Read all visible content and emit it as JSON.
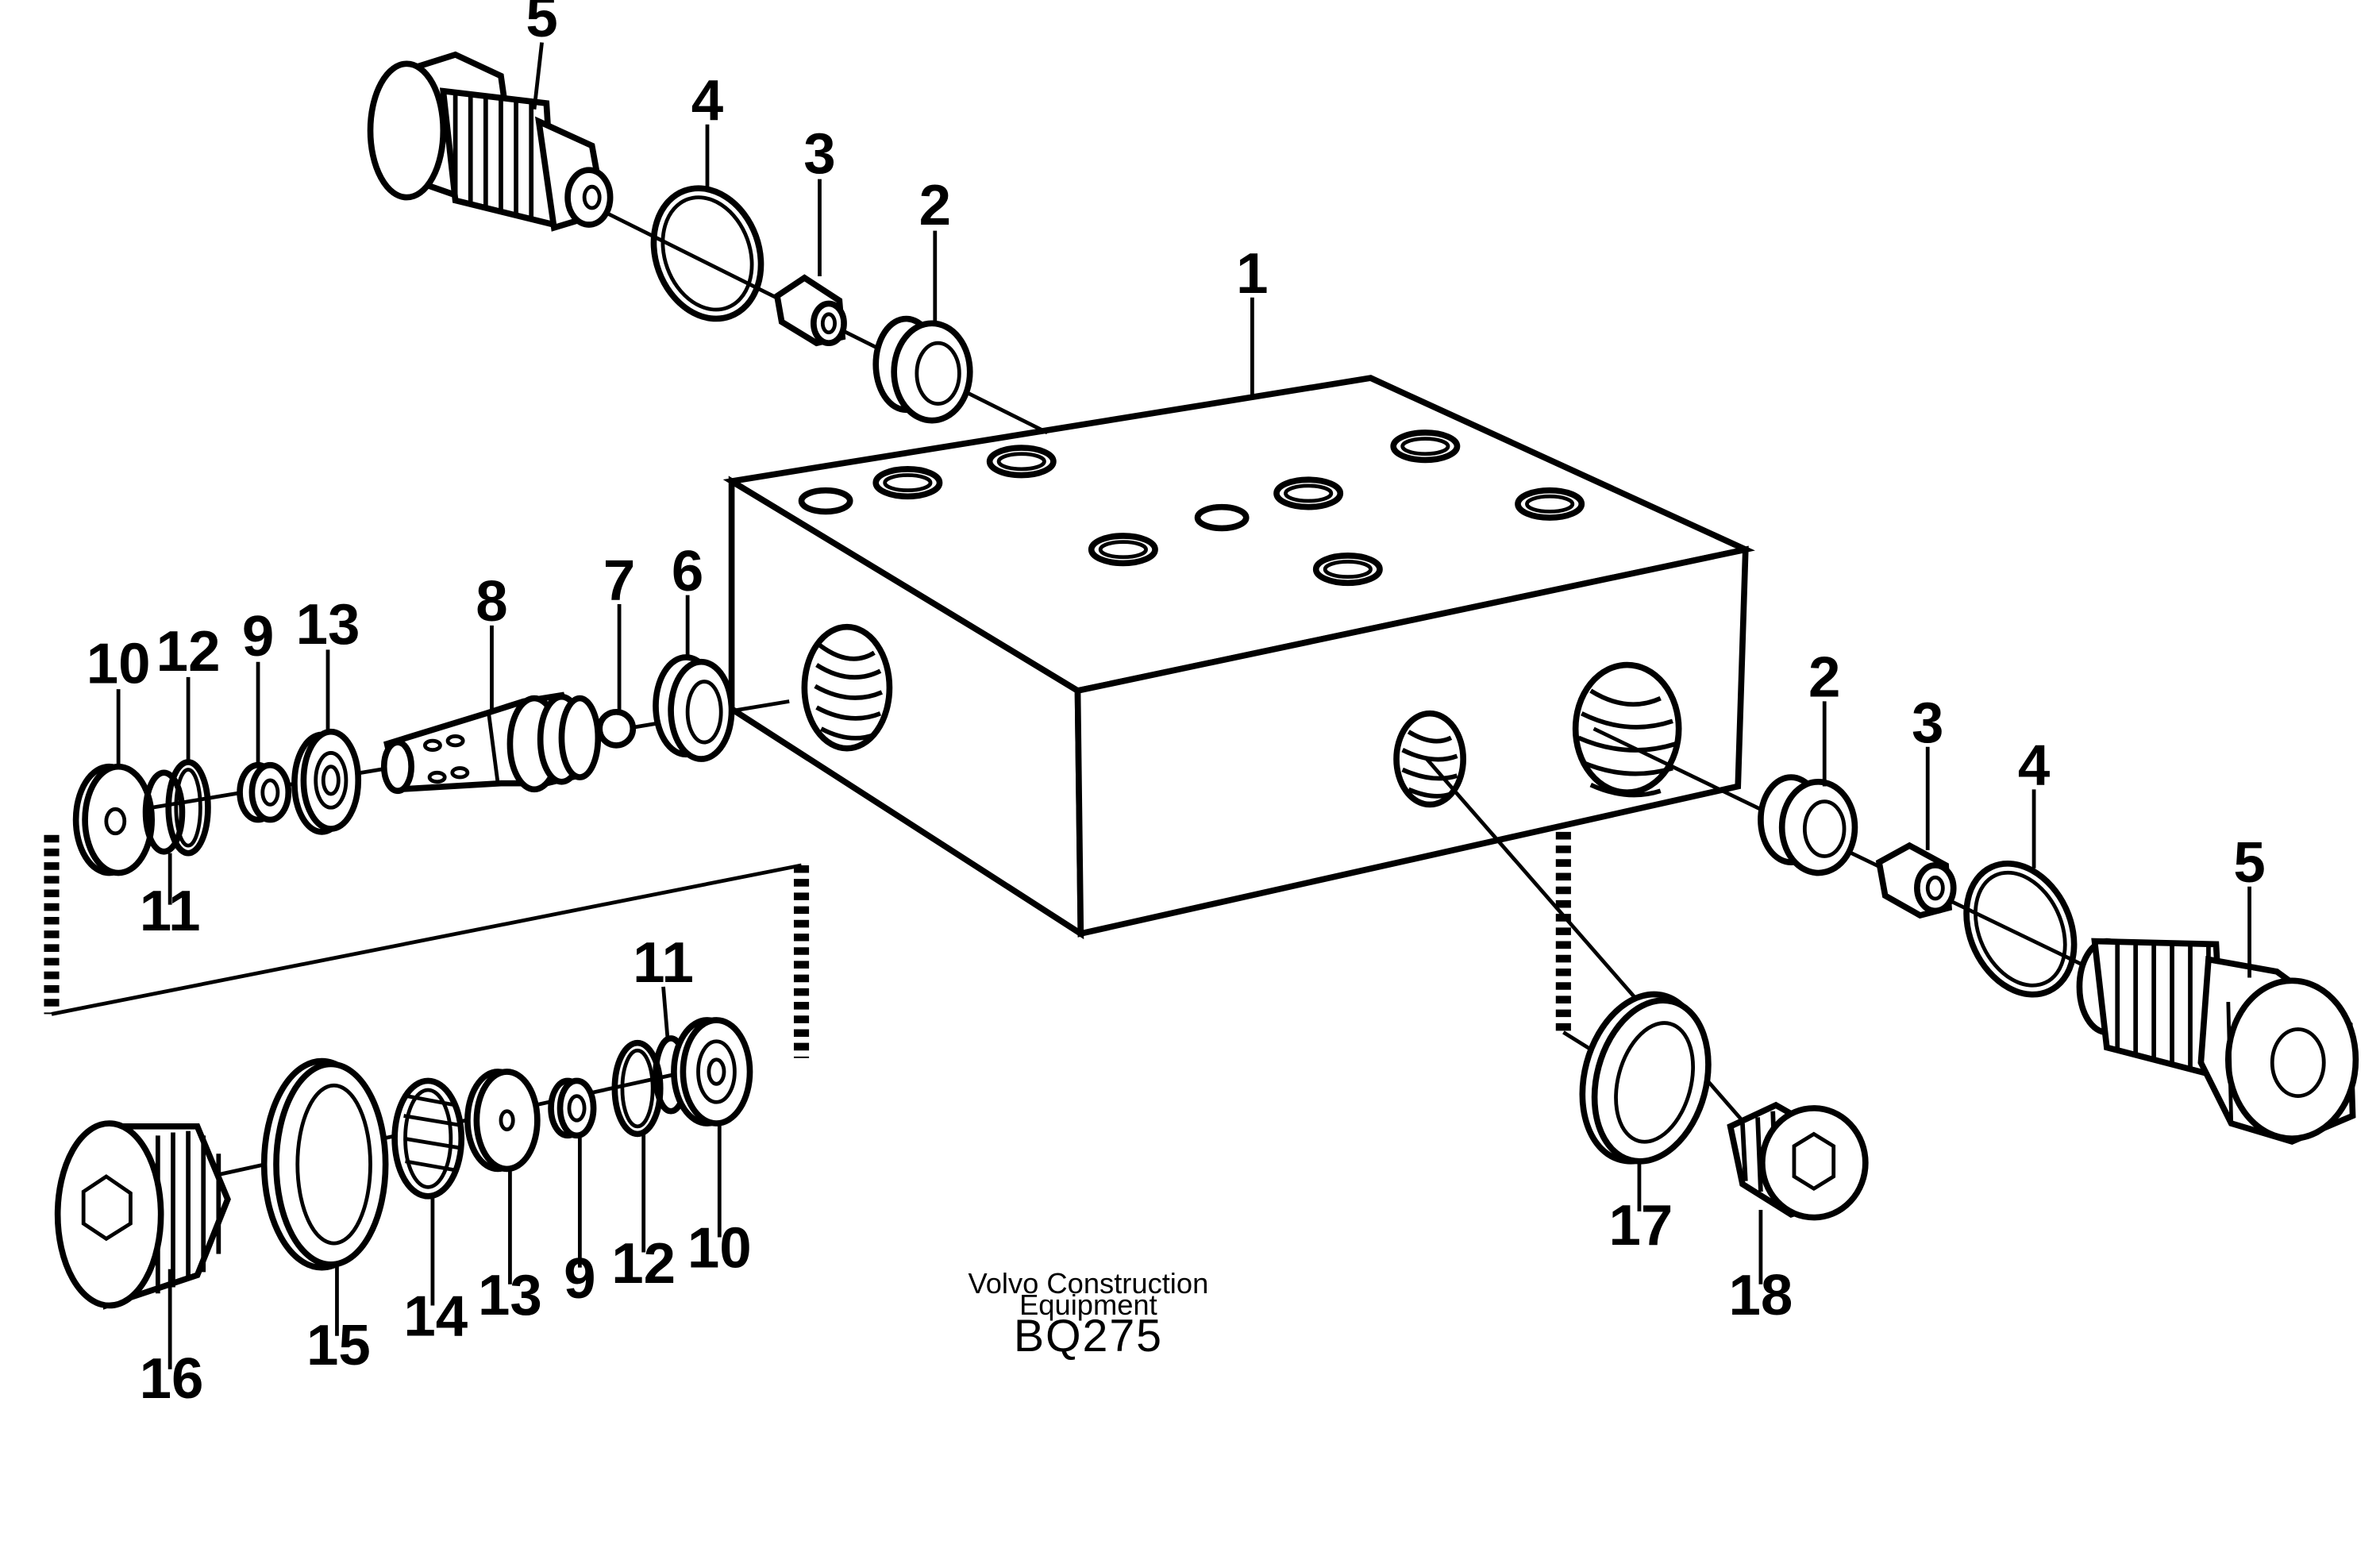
{
  "diagram": {
    "caption_line1": "Volvo Construction",
    "caption_line2": "Equipment",
    "code": "BQ275",
    "labels": {
      "block": "1",
      "seat_top": "2",
      "poppet_top": "3",
      "oring_top": "4",
      "plug_top": "5",
      "seat_right": "2",
      "poppet_right": "3",
      "oring_right": "4",
      "plug_right": "5",
      "ring_6": "6",
      "ball_7": "7",
      "spool_8": "8",
      "washer_10_upper": "10",
      "oring_12_upper": "12",
      "backup_11_upper": "11",
      "bush_9_upper": "9",
      "seat_13_upper": "13",
      "oring_11_lower": "11",
      "washer_10_lower": "10",
      "oring_12_lower": "12",
      "bush_9_lower": "9",
      "seat_13_lower": "13",
      "ring_14": "14",
      "gasket_15": "15",
      "plug_16": "16",
      "gasket_17": "17",
      "plug_18": "18"
    }
  }
}
